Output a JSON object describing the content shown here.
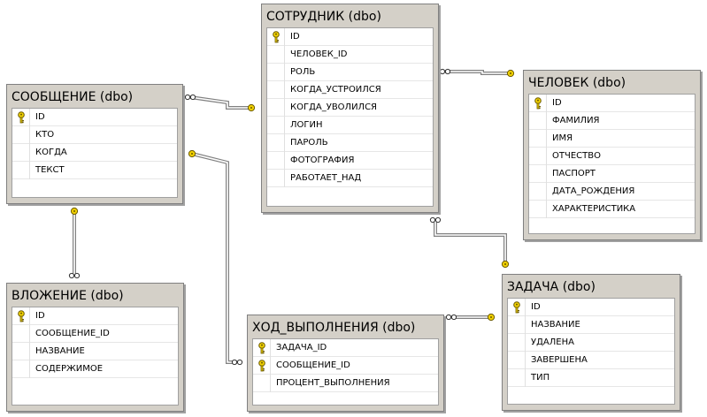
{
  "tables": {
    "soobshchenie": {
      "title": "СООБЩЕНИЕ (dbo)",
      "columns": [
        {
          "name": "ID",
          "pk": true
        },
        {
          "name": "КТО",
          "pk": false
        },
        {
          "name": "КОГДА",
          "pk": false
        },
        {
          "name": "ТЕКСТ",
          "pk": false
        }
      ]
    },
    "sotrudnik": {
      "title": "СОТРУДНИК (dbo)",
      "columns": [
        {
          "name": "ID",
          "pk": true
        },
        {
          "name": "ЧЕЛОВЕК_ID",
          "pk": false
        },
        {
          "name": "РОЛЬ",
          "pk": false
        },
        {
          "name": "КОГДА_УСТРОИЛСЯ",
          "pk": false
        },
        {
          "name": "КОГДА_УВОЛИЛСЯ",
          "pk": false
        },
        {
          "name": "ЛОГИН",
          "pk": false
        },
        {
          "name": "ПАРОЛЬ",
          "pk": false
        },
        {
          "name": "ФОТОГРАФИЯ",
          "pk": false
        },
        {
          "name": "РАБОТАЕТ_НАД",
          "pk": false
        }
      ]
    },
    "chelovek": {
      "title": "ЧЕЛОВЕК (dbo)",
      "columns": [
        {
          "name": "ID",
          "pk": true
        },
        {
          "name": "ФАМИЛИЯ",
          "pk": false
        },
        {
          "name": "ИМЯ",
          "pk": false
        },
        {
          "name": "ОТЧЕСТВО",
          "pk": false
        },
        {
          "name": "ПАСПОРТ",
          "pk": false
        },
        {
          "name": "ДАТА_РОЖДЕНИЯ",
          "pk": false
        },
        {
          "name": "ХАРАКТЕРИСТИКА",
          "pk": false
        }
      ]
    },
    "vlozhenie": {
      "title": "ВЛОЖЕНИЕ (dbo)",
      "columns": [
        {
          "name": "ID",
          "pk": true
        },
        {
          "name": "СООБЩЕНИЕ_ID",
          "pk": false
        },
        {
          "name": "НАЗВАНИЕ",
          "pk": false
        },
        {
          "name": "СОДЕРЖИМОЕ",
          "pk": false
        }
      ]
    },
    "khod_vypolneniya": {
      "title": "ХОД_ВЫПОЛНЕНИЯ (dbo)",
      "columns": [
        {
          "name": "ЗАДАЧА_ID",
          "pk": true
        },
        {
          "name": "СООБЩЕНИЕ_ID",
          "pk": true
        },
        {
          "name": "ПРОЦЕНТ_ВЫПОЛНЕНИЯ",
          "pk": false
        }
      ]
    },
    "zadacha": {
      "title": "ЗАДАЧА (dbo)",
      "columns": [
        {
          "name": "ID",
          "pk": true
        },
        {
          "name": "НАЗВАНИЕ",
          "pk": false
        },
        {
          "name": "УДАЛЕНА",
          "pk": false
        },
        {
          "name": "ЗАВЕРШЕНА",
          "pk": false
        },
        {
          "name": "ТИП",
          "pk": false
        }
      ]
    }
  },
  "relationships": [
    {
      "many": "soobshchenie",
      "one": "sotrudnik"
    },
    {
      "many": "sotrudnik",
      "one": "chelovek"
    },
    {
      "many": "sotrudnik",
      "one": "zadacha"
    },
    {
      "many": "vlozhenie",
      "one": "soobshchenie"
    },
    {
      "many": "khod_vypolneniya",
      "one": "soobshchenie"
    },
    {
      "many": "khod_vypolneniya",
      "one": "zadacha"
    }
  ],
  "colors": {
    "table_background": "#d4d0c8",
    "column_background": "#ffffff",
    "connector": "#808080",
    "key": "#f0d000"
  }
}
